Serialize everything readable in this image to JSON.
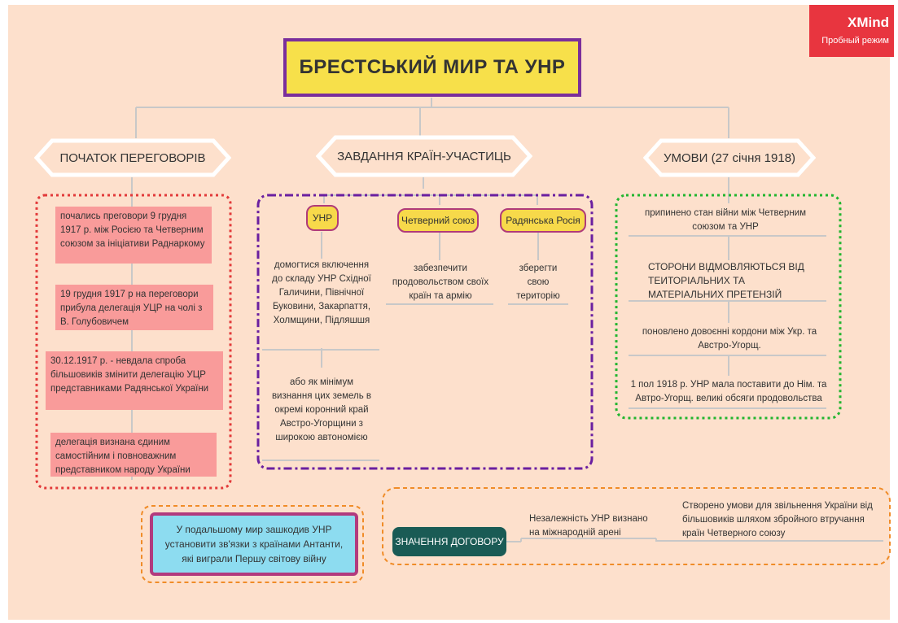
{
  "title": "БРЕСТСЬКИЙ МИР ТА УНР",
  "watermark": {
    "brand": "XMind",
    "mode": "Пробный режим"
  },
  "branches": [
    {
      "label": "ПОЧАТОК ПЕРЕГОВОРІВ",
      "items": [
        "почались преговори 9 грудня 1917 р. між Росією та Четверним союзом за ініціативи Раднаркому",
        "19 грудня 1917 р на переговори прибула делегація УЦР на чолі з В. Голубовичем",
        "30.12.1917 р. - невдала спроба більшовиків змінити делегацію УЦР представниками Радянської України",
        "делегація визнана єдиним самостійним і повноважним представником народу України"
      ]
    },
    {
      "label": "ЗАВДАННЯ КРАЇН-УЧАСТИЦЬ",
      "countries": [
        {
          "name": "УНР",
          "goals": [
            "домогтися включення до складу УНР Східної Галичини, Північної Буковини, Закарпаття, Холмщини, Підляшшя",
            "або як мінімум визнання цих земель в окремі коронний край Австро-Угорщини з широкою автономією"
          ]
        },
        {
          "name": "Четверний союз",
          "goals": [
            "забезпечити продовольством своїх країн та армію"
          ]
        },
        {
          "name": "Радянська Росія",
          "goals": [
            "зберегти свою територію"
          ]
        }
      ]
    },
    {
      "label": "УМОВИ (27 січня 1918)",
      "items": [
        "припинено стан війни між Четверним союзом та УНР",
        "СТОРОНИ ВІДМОВЛЯЮТЬСЯ ВІД ТЕИТОРІАЛЬНИХ ТА МАТЕРІАЛЬНИХ ПРЕТЕНЗІЙ",
        "поновлено довоєнні кордони між Укр. та Австро-Угорщ.",
        "1 пол 1918 р. УНР мала поставити до Нім. та Автро-Угорщ. великі обсяги продовольства"
      ]
    }
  ],
  "note": "У подальшому мир зашкодив УНР установити зв'язки з країнами Антанти, які виграли  Першу світову війну",
  "significance": {
    "label": "ЗНАЧЕННЯ ДОГОВОРУ",
    "items": [
      "Незалежність УНР визнано на міжнародній арені",
      "Створено умови для звільнення України від більшовиків шляхом збройного втручання країн Четверного союзу"
    ]
  }
}
